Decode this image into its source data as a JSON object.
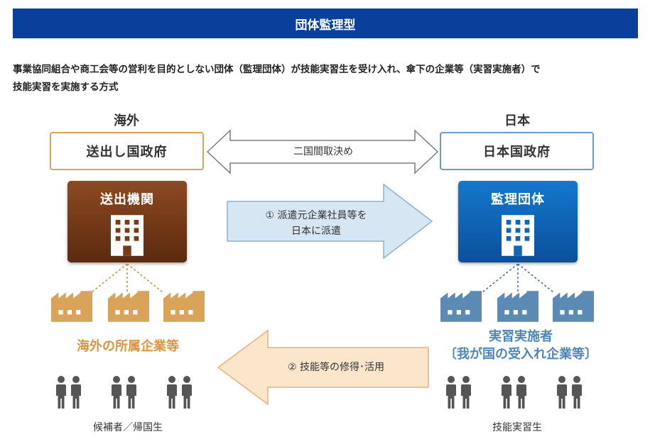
{
  "header": {
    "title": "団体監理型"
  },
  "description": {
    "line1": "事業協同組合や商工会等の営利を目的としない団体（監理団体）が技能実習生を受け入れ、傘下の企業等（実習実施者）で",
    "line2": "技能実習を実施する方式"
  },
  "overseas": {
    "region_label": "海外",
    "government": "送出し国政府",
    "organization": "送出機関",
    "companies_label": "海外の所属企業等",
    "people_label": "候補者／帰国生"
  },
  "japan": {
    "region_label": "日本",
    "government": "日本国政府",
    "organization": "監理団体",
    "companies_label_line1": "実習実施者",
    "companies_label_line2": "〔我が国の受入れ企業等〕",
    "people_label": "技能実習生"
  },
  "flows": {
    "bilateral": "二国間取決め",
    "dispatch_line1": "① 派遣元企業社員等を",
    "dispatch_line2": "日本に派遣",
    "return": "② 技能等の修得･活用"
  },
  "colors": {
    "title_bg": "#0a3f9c",
    "overseas_accent": "#d9a35a",
    "overseas_org": "#7a3c18",
    "japan_accent": "#6b9ac2",
    "japan_org": "#1067b8",
    "people": "#555555"
  },
  "icons": {
    "building": "building-icon",
    "factory": "factory-icon",
    "person": "person-icon"
  }
}
